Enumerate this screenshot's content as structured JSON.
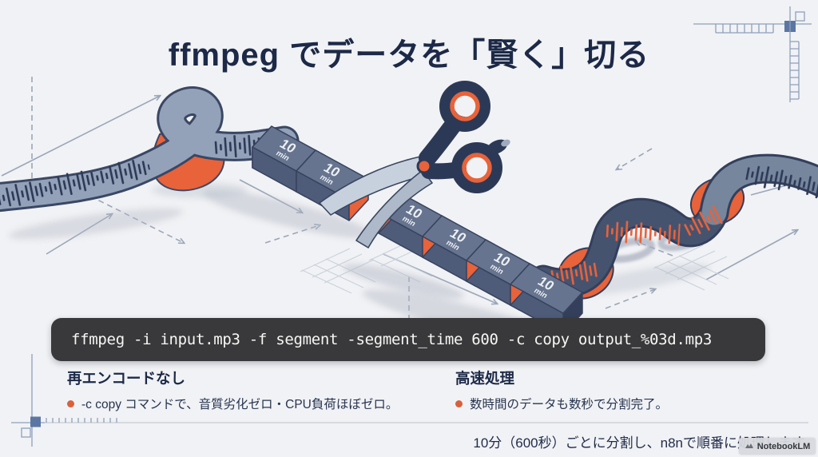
{
  "title": "ffmpeg でデータを「賢く」切る",
  "command": "ffmpeg -i input.mp3 -f segment -segment_time 600 -c copy output_%03d.mp3",
  "illustration": {
    "block_value": "10",
    "block_unit": "min"
  },
  "features": [
    {
      "heading": "再エンコードなし",
      "bullet": "-c copy コマンドで、音質劣化ゼロ・CPU負荷ほぼゼロ。"
    },
    {
      "heading": "高速処理",
      "bullet": "数時間のデータも数秒で分割完了。"
    }
  ],
  "footer": {
    "caption": "10分（600秒）ごとに分割し、n8nで順番に処理します",
    "watermark": "NotebookLM"
  },
  "colors": {
    "accent_orange": "#e8623a",
    "navy": "#1c2947",
    "slate_block_top": "#66748f",
    "ribbon_light": "#93a2b8",
    "ribbon_dark": "#46536e",
    "code_bg": "#39393b",
    "blueprint_blue": "#5b76a2"
  }
}
